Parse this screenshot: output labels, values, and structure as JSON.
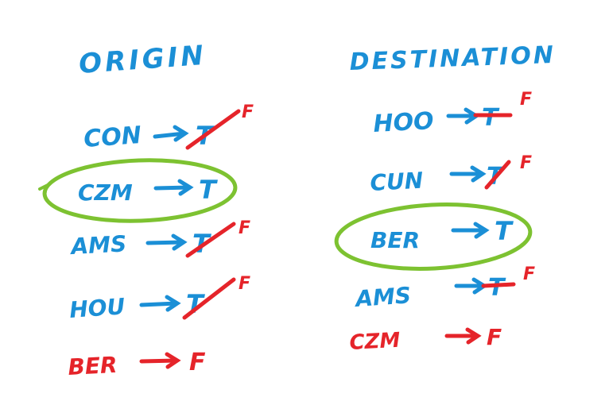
{
  "colors": {
    "blue": "#1B8FD6",
    "red": "#E5242A",
    "green": "#7DC231",
    "background": "#FFFFFF"
  },
  "origin": {
    "title": "ORIGIN",
    "rows": [
      {
        "code": "CON",
        "value": "T",
        "struck": true,
        "correction": "F",
        "code_color": "blue",
        "circled": false
      },
      {
        "code": "CZM",
        "value": "T",
        "struck": false,
        "correction": "",
        "code_color": "blue",
        "circled": true
      },
      {
        "code": "AMS",
        "value": "T",
        "struck": true,
        "correction": "F",
        "code_color": "blue",
        "circled": false
      },
      {
        "code": "HOU",
        "value": "T",
        "struck": true,
        "correction": "F",
        "code_color": "blue",
        "circled": false
      },
      {
        "code": "BER",
        "value": "F",
        "struck": false,
        "correction": "",
        "code_color": "red",
        "circled": false
      }
    ]
  },
  "destination": {
    "title": "DESTINATION",
    "rows": [
      {
        "code": "HOO",
        "value": "T",
        "struck": true,
        "correction": "F",
        "code_color": "blue",
        "circled": false
      },
      {
        "code": "CUN",
        "value": "T",
        "struck": true,
        "correction": "F",
        "code_color": "blue",
        "circled": false
      },
      {
        "code": "BER",
        "value": "T",
        "struck": false,
        "correction": "",
        "code_color": "blue",
        "circled": true
      },
      {
        "code": "AMS",
        "value": "T",
        "struck": true,
        "correction": "F",
        "code_color": "blue",
        "circled": false
      },
      {
        "code": "CZM",
        "value": "F",
        "struck": false,
        "correction": "",
        "code_color": "red",
        "circled": false
      }
    ]
  }
}
